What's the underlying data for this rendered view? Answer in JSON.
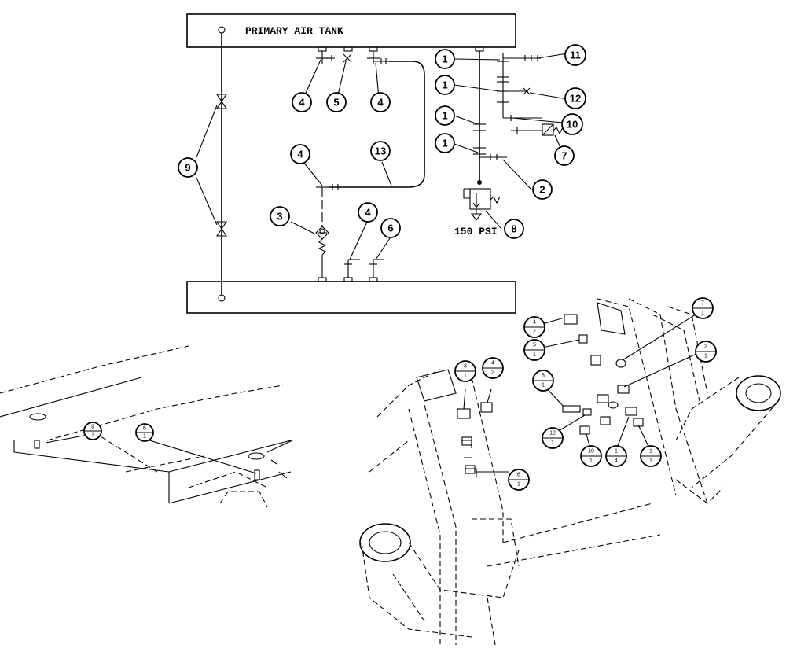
{
  "schematic": {
    "tank_label": "PRIMARY AIR TANK",
    "pressure_label": "150 PSI",
    "callouts": {
      "c1a": "1",
      "c1b": "1",
      "c1c": "1",
      "c1d": "1",
      "c2": "2",
      "c3": "3",
      "c4a": "4",
      "c4b": "4",
      "c4c": "4",
      "c4d": "4",
      "c5": "5",
      "c6": "6",
      "c7": "7",
      "c8": "8",
      "c9": "9",
      "c10": "10",
      "c11": "11",
      "c12": "12",
      "c13": "13"
    }
  },
  "views": {
    "left": {
      "b9": {
        "top": "9",
        "bottom": "1"
      },
      "b6": {
        "top": "6",
        "bottom": "1"
      }
    },
    "right": {
      "b3": {
        "top": "3",
        "bottom": "1"
      },
      "b4a": {
        "top": "4",
        "bottom": "2"
      },
      "b6": {
        "top": "6",
        "bottom": "1"
      },
      "b4b": {
        "top": "4",
        "bottom": "2"
      },
      "b5": {
        "top": "5",
        "bottom": "1"
      },
      "b7": {
        "top": "7",
        "bottom": "1"
      },
      "b2": {
        "top": "2",
        "bottom": "1"
      },
      "b8": {
        "top": "8",
        "bottom": "1"
      },
      "b12": {
        "top": "12",
        "bottom": "1"
      },
      "b10": {
        "top": "10",
        "bottom": "1"
      },
      "b1a": {
        "top": "1",
        "bottom": "4"
      },
      "b1b": {
        "top": "1",
        "bottom": "1"
      }
    }
  }
}
